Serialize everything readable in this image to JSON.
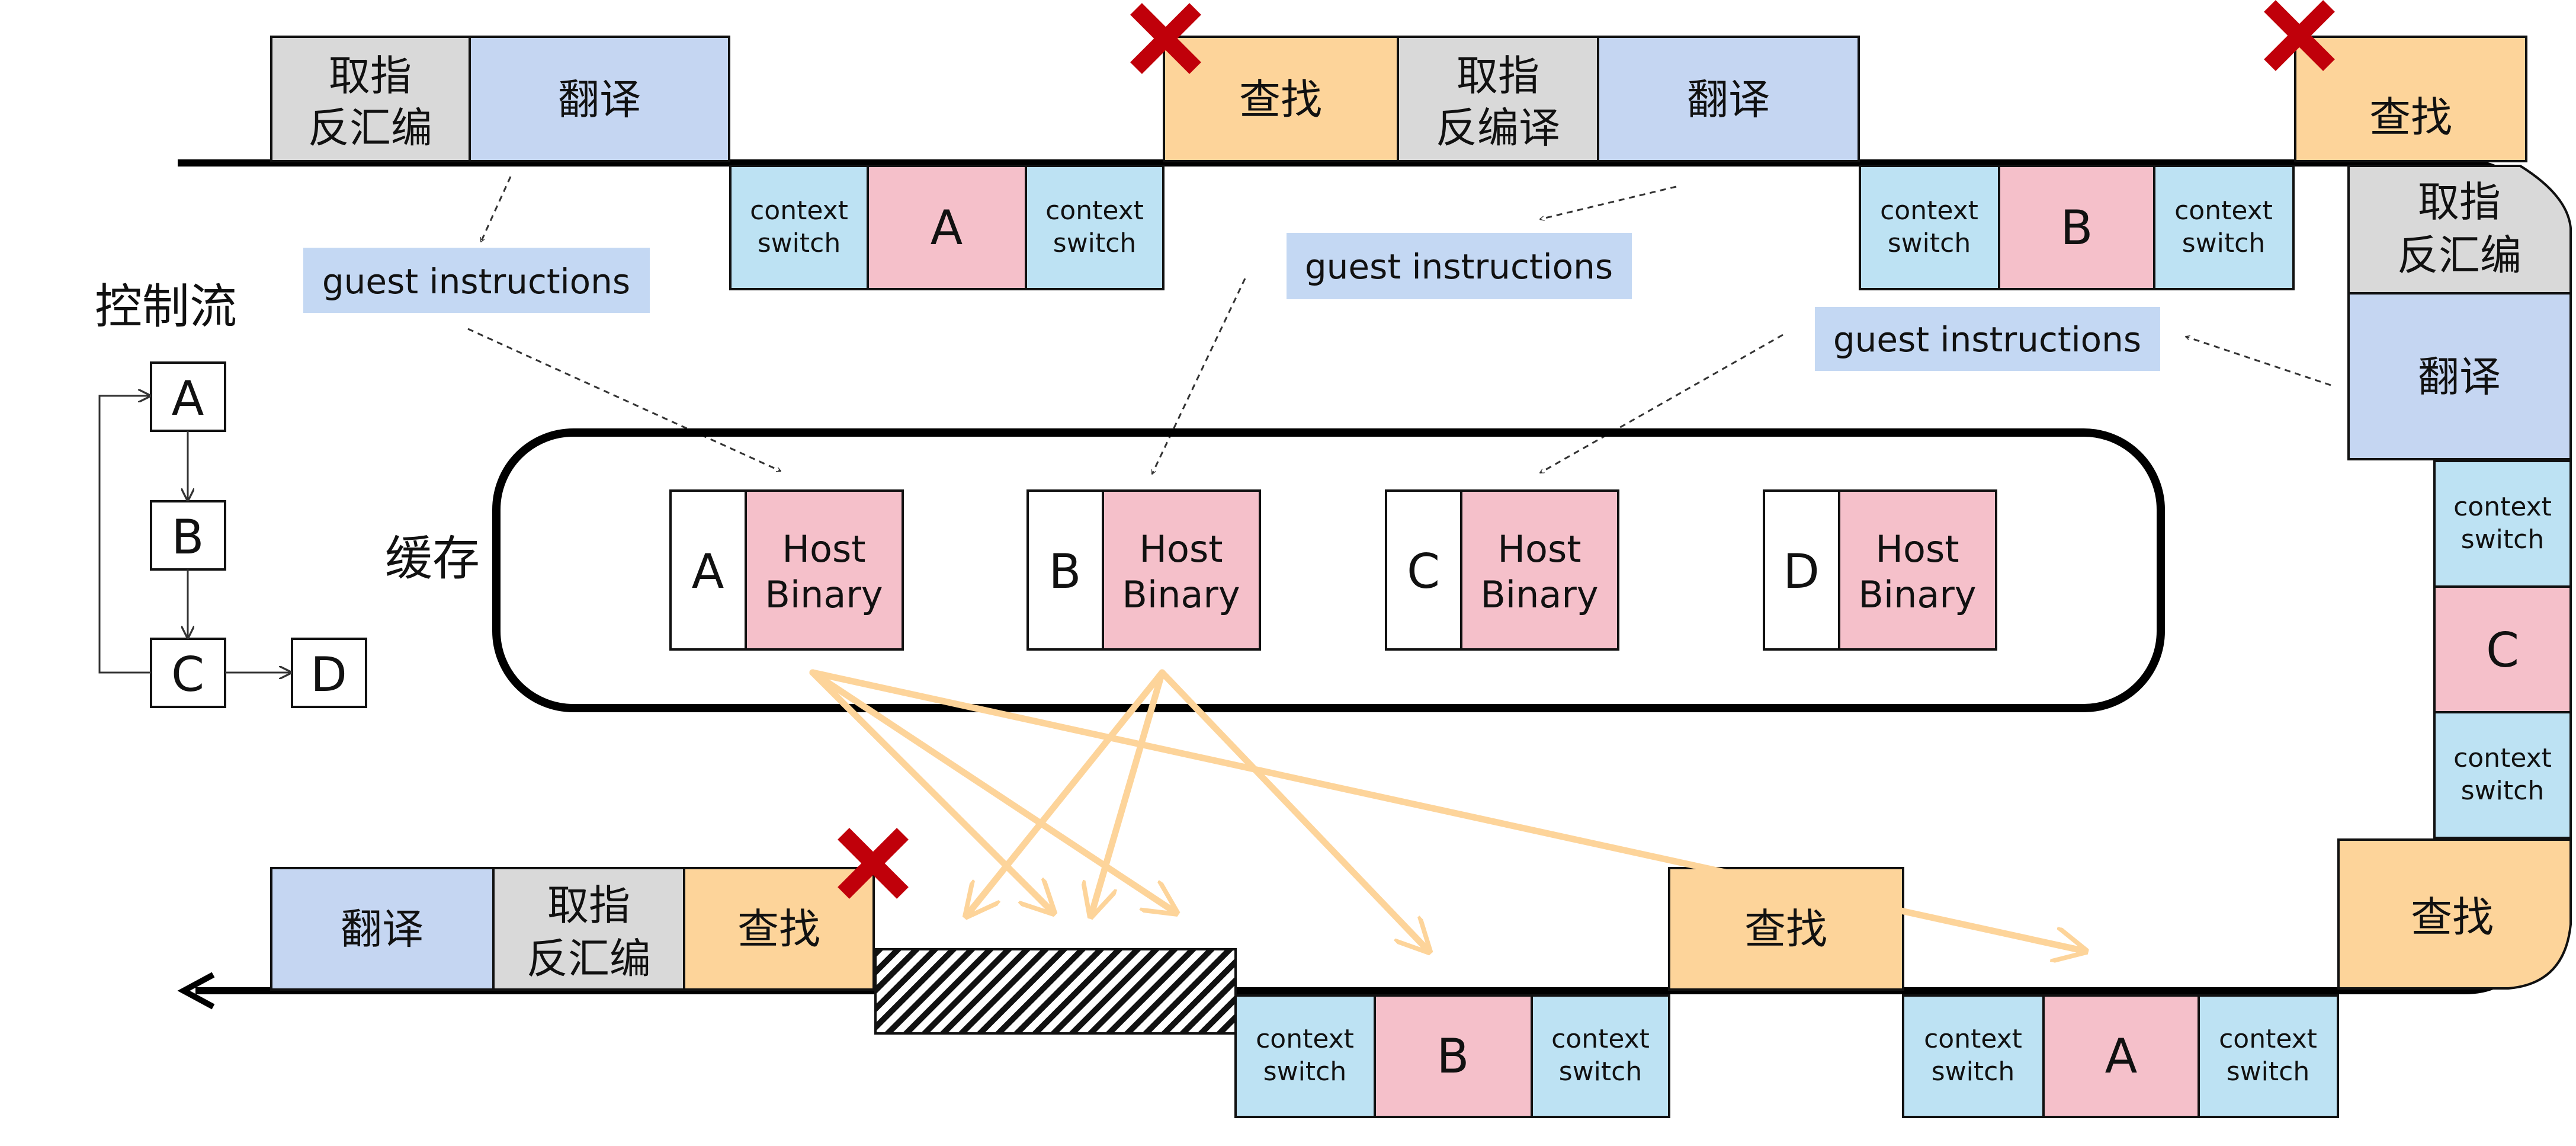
{
  "colors": {
    "translate": "#c5d6f2",
    "fetch": "#d9d9d9",
    "lookup": "#fdd49a",
    "context_switch": "#bde2f3",
    "block": "#f5c0ca",
    "guest_label": "#c4d8f3",
    "arrow": "#fdd49a",
    "cross": "#c0000a"
  },
  "labels": {
    "translate": "翻译",
    "fetch_disasm_1": "取指",
    "fetch_disasm_2": "反汇编",
    "fetch_decomp_2": "反编译",
    "lookup": "查找",
    "cs_1": "context",
    "cs_2": "switch",
    "guest_instructions": "guest instructions",
    "cache": "缓存",
    "host_1": "Host",
    "host_2": "Binary",
    "control_flow": "控制流"
  },
  "blocks": {
    "a": "A",
    "b": "B",
    "c": "C",
    "d": "D"
  },
  "control_flow": {
    "nodes": [
      "A",
      "B",
      "C",
      "D"
    ],
    "edges": [
      [
        "A",
        "B"
      ],
      [
        "B",
        "C"
      ],
      [
        "C",
        "D"
      ],
      [
        "C",
        "A"
      ]
    ]
  },
  "cache": {
    "entries": [
      "A",
      "B",
      "C",
      "D"
    ]
  }
}
